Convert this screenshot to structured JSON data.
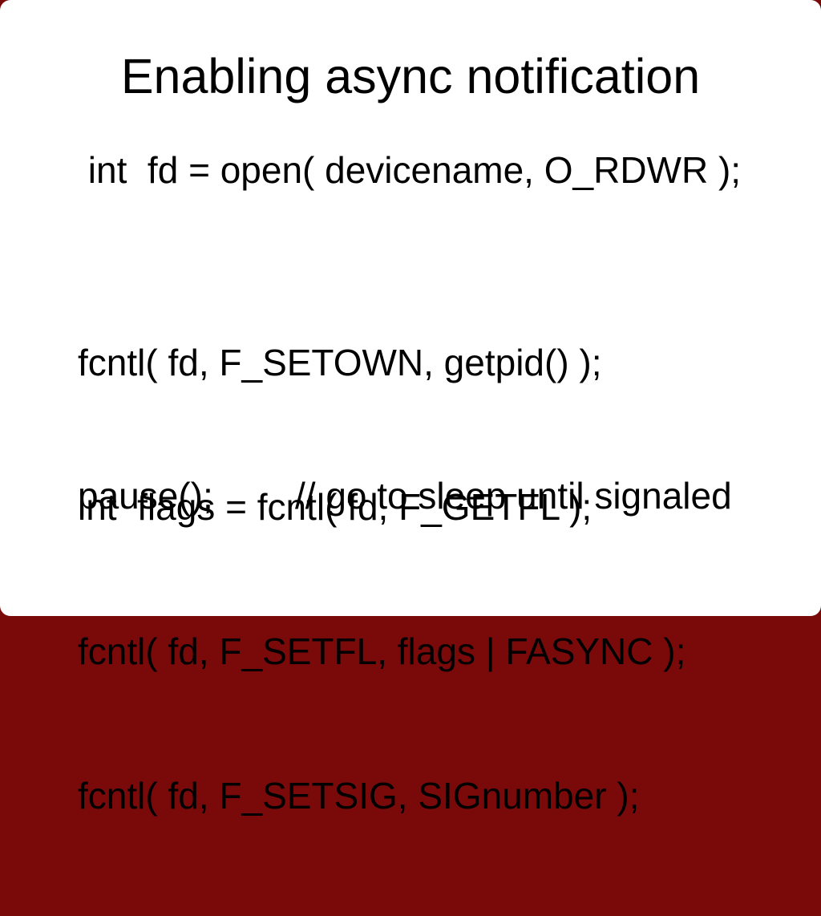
{
  "slide": {
    "title": "Enabling async notification",
    "colors": {
      "slide_background": "#ffffff",
      "text": "#000000",
      "corner_backdrop": "#7a0a0a"
    },
    "code_open": " int  fd = open( devicename, O_RDWR );",
    "fcntl_lines": [
      "fcntl( fd, F_SETOWN, getpid() );",
      "int  flags = fcntl( fd, F_GETFL );",
      "fcntl( fd, F_SETFL, flags | FASYNC );",
      "fcntl( fd, F_SETSIG, SIGnumber );"
    ],
    "pause_line": "pause();        // go to sleep until signaled"
  }
}
